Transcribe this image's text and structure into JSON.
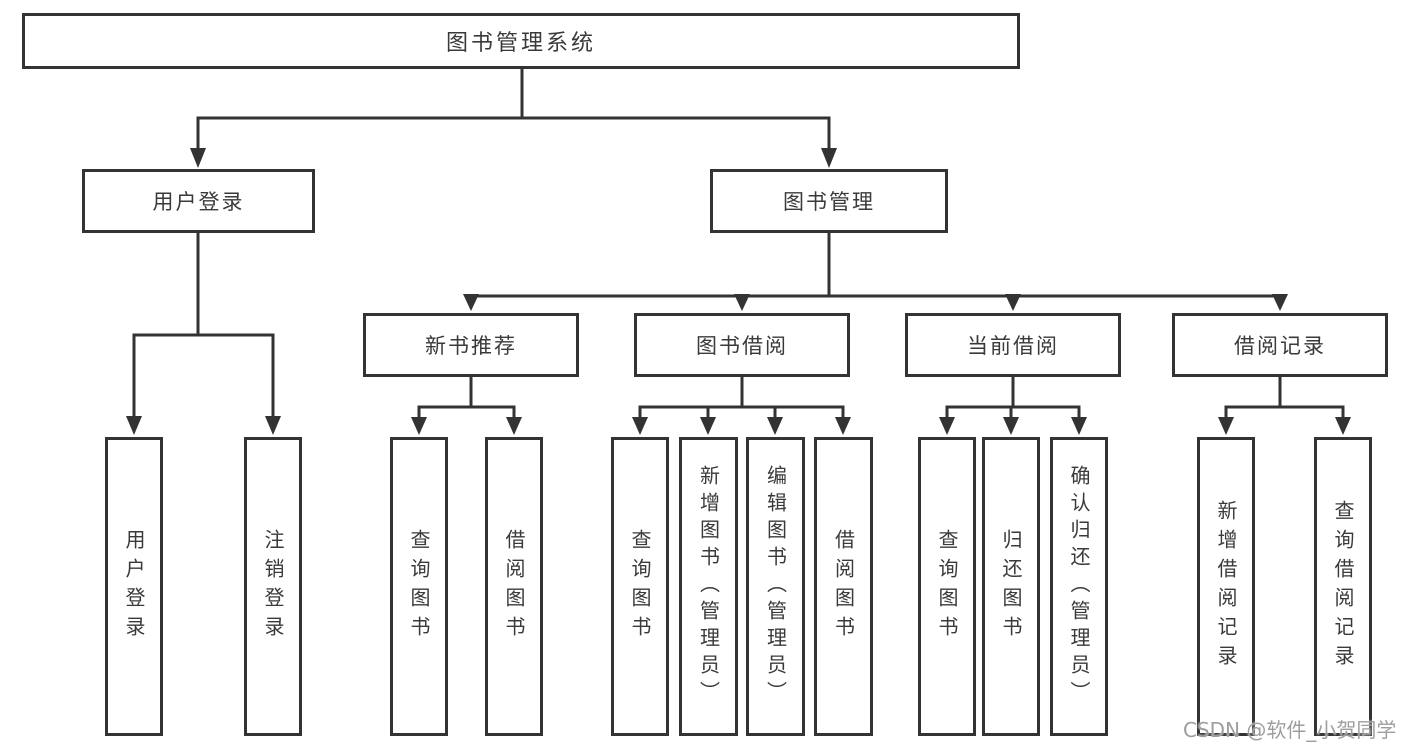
{
  "diagram": {
    "root": "图书管理系统",
    "children": [
      {
        "label": "用户登录",
        "children": [
          {
            "label": "用户登录"
          },
          {
            "label": "注销登录"
          }
        ]
      },
      {
        "label": "图书管理",
        "children": [
          {
            "label": "新书推荐",
            "children": [
              {
                "label": "查询图书"
              },
              {
                "label": "借阅图书"
              }
            ]
          },
          {
            "label": "图书借阅",
            "children": [
              {
                "label": "查询图书"
              },
              {
                "label": "新增图书（管理员）"
              },
              {
                "label": "编辑图书（管理员）"
              },
              {
                "label": "借阅图书"
              }
            ]
          },
          {
            "label": "当前借阅",
            "children": [
              {
                "label": "查询图书"
              },
              {
                "label": "归还图书"
              },
              {
                "label": "确认归还（管理员）"
              }
            ]
          },
          {
            "label": "借阅记录",
            "children": [
              {
                "label": "新增借阅记录"
              },
              {
                "label": "查询借阅记录"
              }
            ]
          }
        ]
      }
    ]
  },
  "watermark": "CSDN @软件_小贺同学",
  "colors": {
    "line": "#333333",
    "text": "#3a3a3a",
    "watermark": "#9e9e9e",
    "background": "#ffffff"
  }
}
